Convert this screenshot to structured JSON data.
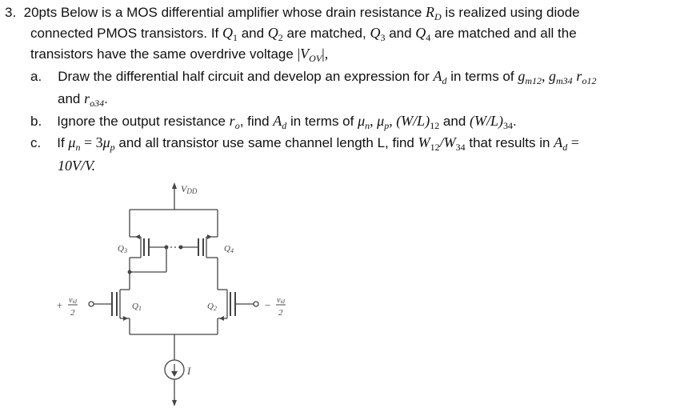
{
  "problem": {
    "number": "3.",
    "line1_start": "20pts Below is a MOS differential amplifier whose drain resistance ",
    "var_R": "R",
    "var_R_sub": "D",
    "line1_end": " is realized using diode",
    "line2_start": "connected PMOS transistors. If ",
    "q1": "Q",
    "q1_sub": "1",
    "and1": " and ",
    "q2": "Q",
    "q2_sub": "2",
    "line2_mid": " are matched, ",
    "q3": "Q",
    "q3_sub": "3",
    "and2": " and ",
    "q4": "Q",
    "q4_sub": "4",
    "line2_end": " are matched and all the",
    "line3_start": "transistors have the same overdrive voltage ",
    "vov_open": "|",
    "vov": "V",
    "vov_sub": "OV",
    "vov_close": "|,"
  },
  "part_a": {
    "label": "a.",
    "text_start": "Draw the differential half circuit and develop an expression for ",
    "A": "A",
    "A_sub": "d",
    "text_mid": " in terms of ",
    "gm12": "g",
    "gm12_sub": "m12",
    "comma1": ", ",
    "gm34": "g",
    "gm34_sub": "m34",
    "sp": " ",
    "ro12": "r",
    "ro12_sub": "o12",
    "line2_start": "and ",
    "ro34": "r",
    "ro34_sub": "o34",
    "line2_end": "."
  },
  "part_b": {
    "label": "b.",
    "text_start": "Ignore the output resistance ",
    "ro": "r",
    "ro_sub": "o",
    "text_mid": ", find ",
    "A": "A",
    "A_sub": "d",
    "text_mid2": " in terms of ",
    "mun": "μ",
    "mun_sub": "n",
    "comma1": ", ",
    "mup": "μ",
    "mup_sub": "p",
    "comma2": ", ",
    "wl12": "(W/L)",
    "wl12_sub": "12",
    "and": " and ",
    "wl34": "(W/L)",
    "wl34_sub": "34",
    "end": "."
  },
  "part_c": {
    "label": "c.",
    "text_start": "If ",
    "mun": "μ",
    "mun_sub": "n",
    "eq": " = 3",
    "mup": "μ",
    "mup_sub": "p",
    "text_mid": " and all transistor use same channel length L, find ",
    "w12": "W",
    "w12_sub": "12",
    "slash": "/",
    "w34": "W",
    "w34_sub": "34",
    "text_end": " that results in ",
    "A": "A",
    "A_sub": "d",
    "eq2": " =",
    "line2": "10V/V."
  },
  "circuit": {
    "vdd": "V",
    "vdd_sub": "DD",
    "q1": "Q",
    "q1_sub": "1",
    "q2": "Q",
    "q2_sub": "2",
    "q3": "Q",
    "q3_sub": "3",
    "q4": "Q",
    "q4_sub": "4",
    "current": "I",
    "vid_left_sign": "+",
    "vid_right_sign": "−",
    "vid_num": "v",
    "vid_num_sub": "id",
    "vid_den": "2"
  }
}
